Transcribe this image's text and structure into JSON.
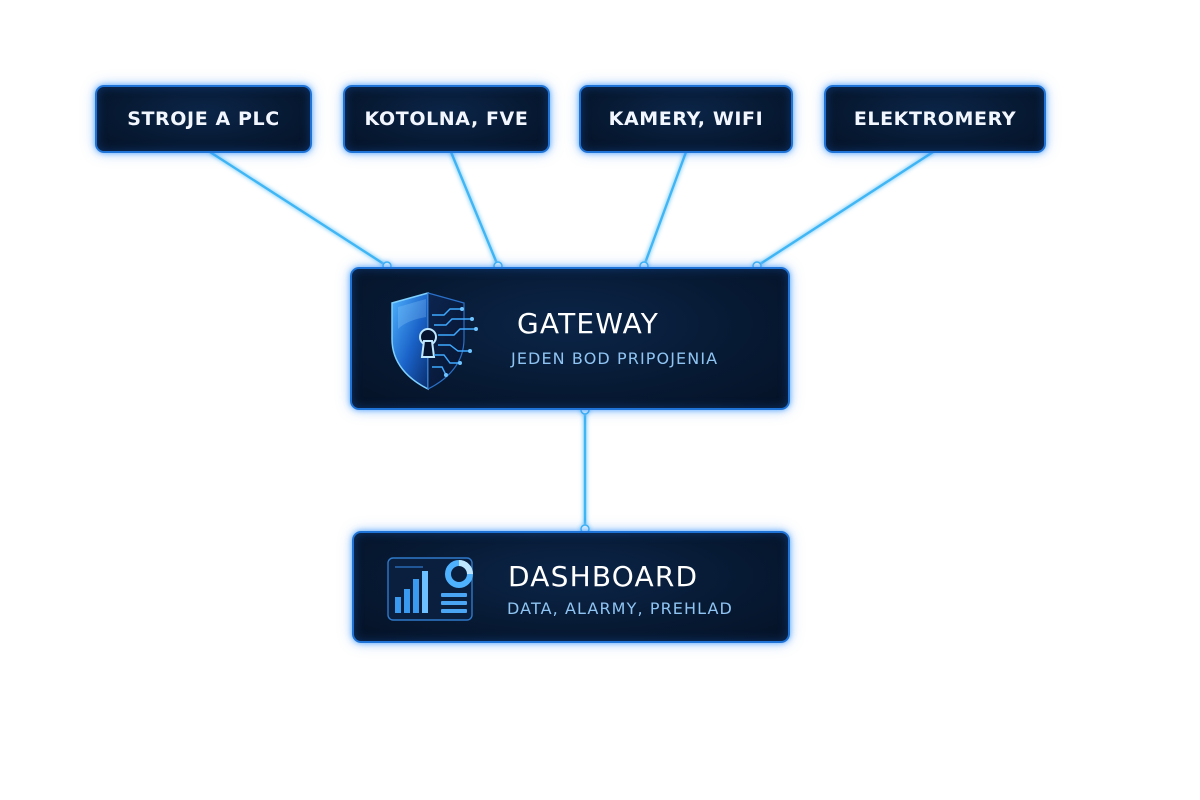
{
  "top_nodes": [
    {
      "label": "STROJE A PLC"
    },
    {
      "label": "KOTOLNA, FVE"
    },
    {
      "label": "KAMERY, WIFI"
    },
    {
      "label": "ELEKTROMERY"
    }
  ],
  "gateway": {
    "title": "GATEWAY",
    "subtitle": "JEDEN BOD PRIPOJENIA",
    "icon": "shield-keyhole-icon"
  },
  "dashboard": {
    "title": "DASHBOARD",
    "subtitle": "DATA, ALARMY, PREHLAD",
    "icon": "dashboard-chart-icon"
  },
  "colors": {
    "box_fill": "#071a34",
    "box_border": "#1f73d6",
    "connector": "#3fb6f5",
    "subtitle": "#8fc4f2"
  }
}
